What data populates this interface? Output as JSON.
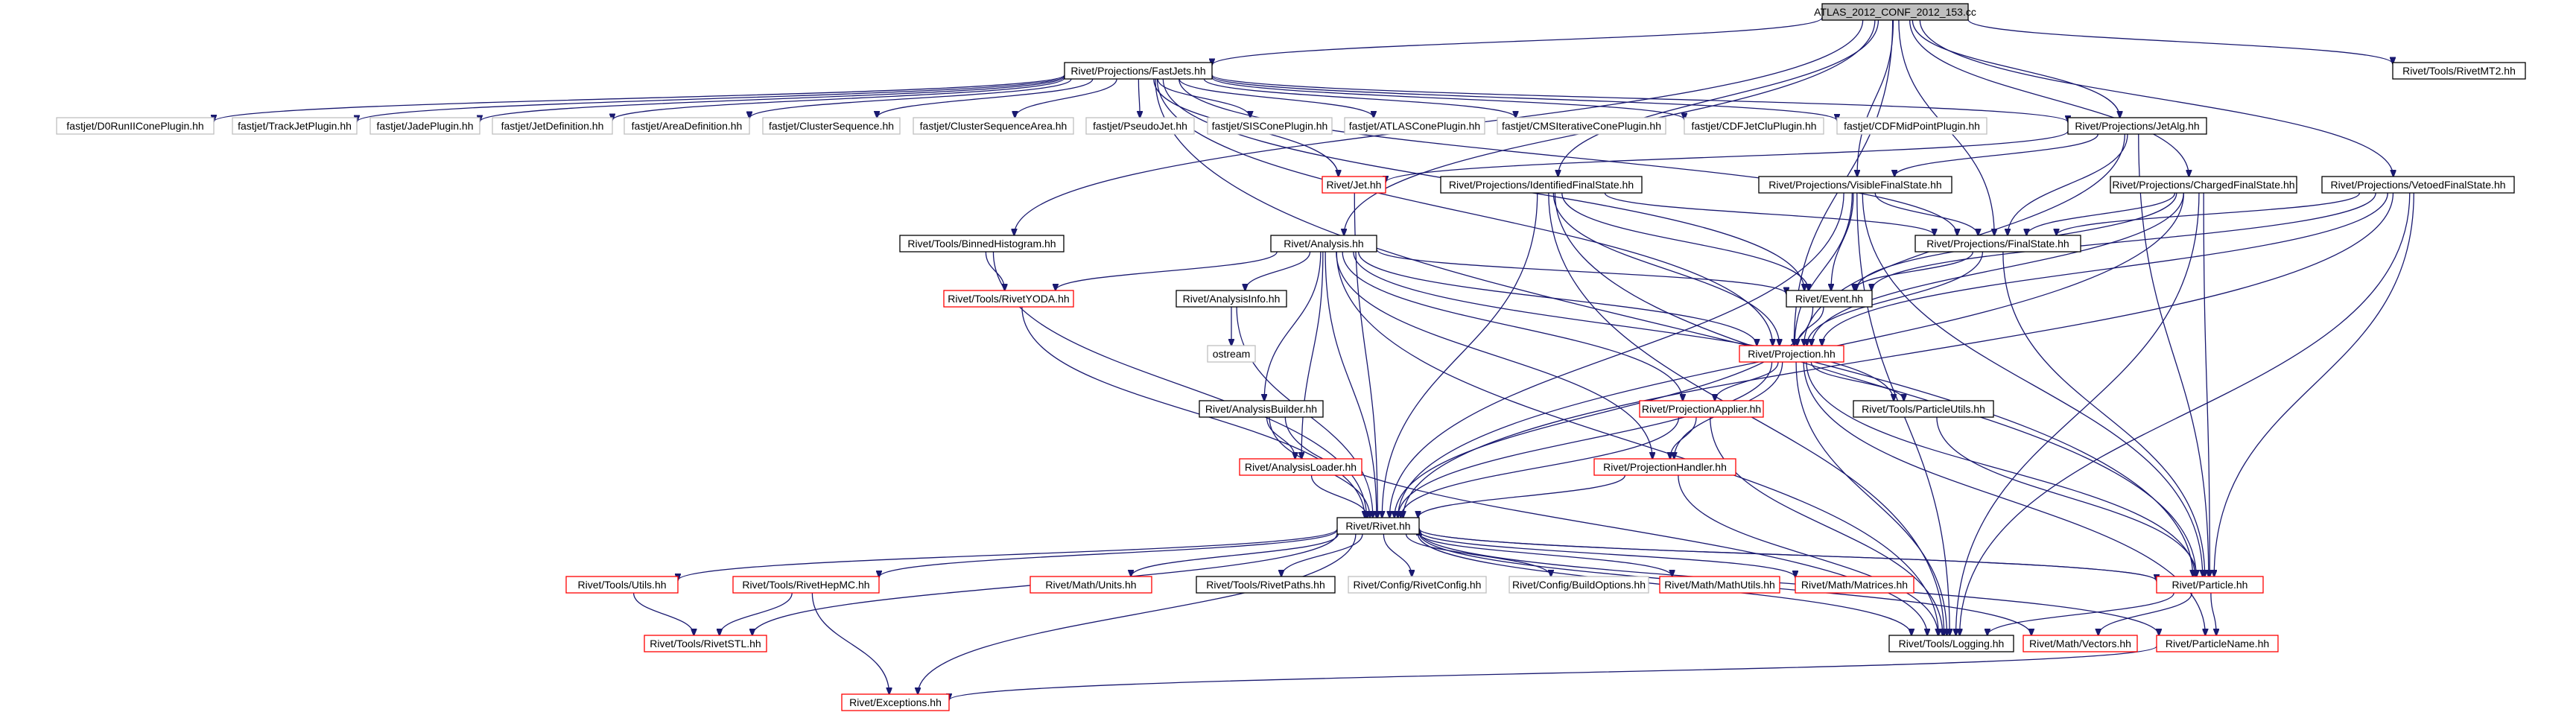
{
  "nodes": [
    {
      "id": "root",
      "label": "ATLAS_2012_CONF_2012_153.cc",
      "style": "root"
    },
    {
      "id": "fastjets",
      "label": "Rivet/Projections/FastJets.hh",
      "style": "black"
    },
    {
      "id": "rivetmt2",
      "label": "Rivet/Tools/RivetMT2.hh",
      "style": "black"
    },
    {
      "id": "d0run",
      "label": "fastjet/D0RunIIConePlugin.hh",
      "style": "gray"
    },
    {
      "id": "trackjet",
      "label": "fastjet/TrackJetPlugin.hh",
      "style": "gray"
    },
    {
      "id": "jadeplugin",
      "label": "fastjet/JadePlugin.hh",
      "style": "gray"
    },
    {
      "id": "jetdef",
      "label": "fastjet/JetDefinition.hh",
      "style": "gray"
    },
    {
      "id": "areadef",
      "label": "fastjet/AreaDefinition.hh",
      "style": "gray"
    },
    {
      "id": "clusterseq",
      "label": "fastjet/ClusterSequence.hh",
      "style": "gray"
    },
    {
      "id": "clusterseqarea",
      "label": "fastjet/ClusterSequenceArea.hh",
      "style": "gray"
    },
    {
      "id": "pseudojet",
      "label": "fastjet/PseudoJet.hh",
      "style": "gray"
    },
    {
      "id": "siscone",
      "label": "fastjet/SISConePlugin.hh",
      "style": "gray"
    },
    {
      "id": "atlascone",
      "label": "fastjet/ATLASConePlugin.hh",
      "style": "gray"
    },
    {
      "id": "cmsiter",
      "label": "fastjet/CMSIterativeConePlugin.hh",
      "style": "gray"
    },
    {
      "id": "cdfjetclu",
      "label": "fastjet/CDFJetCluPlugin.hh",
      "style": "gray"
    },
    {
      "id": "cdfmidpoint",
      "label": "fastjet/CDFMidPointPlugin.hh",
      "style": "gray"
    },
    {
      "id": "jetalg",
      "label": "Rivet/Projections/JetAlg.hh",
      "style": "black"
    },
    {
      "id": "jet",
      "label": "Rivet/Jet.hh",
      "style": "red"
    },
    {
      "id": "idfs",
      "label": "Rivet/Projections/IdentifiedFinalState.hh",
      "style": "black"
    },
    {
      "id": "visfs",
      "label": "Rivet/Projections/VisibleFinalState.hh",
      "style": "black"
    },
    {
      "id": "chfs",
      "label": "Rivet/Projections/ChargedFinalState.hh",
      "style": "black"
    },
    {
      "id": "vetofs",
      "label": "Rivet/Projections/VetoedFinalState.hh",
      "style": "black"
    },
    {
      "id": "binnedhist",
      "label": "Rivet/Tools/BinnedHistogram.hh",
      "style": "black"
    },
    {
      "id": "analysis",
      "label": "Rivet/Analysis.hh",
      "style": "black"
    },
    {
      "id": "finalstate",
      "label": "Rivet/Projections/FinalState.hh",
      "style": "black"
    },
    {
      "id": "rivetyoda",
      "label": "Rivet/Tools/RivetYODA.hh",
      "style": "red"
    },
    {
      "id": "analysisinfo",
      "label": "Rivet/AnalysisInfo.hh",
      "style": "black"
    },
    {
      "id": "event",
      "label": "Rivet/Event.hh",
      "style": "black"
    },
    {
      "id": "ostream",
      "label": "ostream",
      "style": "gray"
    },
    {
      "id": "projection",
      "label": "Rivet/Projection.hh",
      "style": "red"
    },
    {
      "id": "analysisbuilder",
      "label": "Rivet/AnalysisBuilder.hh",
      "style": "black"
    },
    {
      "id": "projapplier",
      "label": "Rivet/ProjectionApplier.hh",
      "style": "red"
    },
    {
      "id": "particleutils",
      "label": "Rivet/Tools/ParticleUtils.hh",
      "style": "black"
    },
    {
      "id": "analysisloader",
      "label": "Rivet/AnalysisLoader.hh",
      "style": "red"
    },
    {
      "id": "projhandler",
      "label": "Rivet/ProjectionHandler.hh",
      "style": "red"
    },
    {
      "id": "rivet",
      "label": "Rivet/Rivet.hh",
      "style": "black"
    },
    {
      "id": "utils",
      "label": "Rivet/Tools/Utils.hh",
      "style": "red"
    },
    {
      "id": "rivethepmc",
      "label": "Rivet/Tools/RivetHepMC.hh",
      "style": "red"
    },
    {
      "id": "units",
      "label": "Rivet/Math/Units.hh",
      "style": "red"
    },
    {
      "id": "rivetpaths",
      "label": "Rivet/Tools/RivetPaths.hh",
      "style": "black"
    },
    {
      "id": "rivetconfig",
      "label": "Rivet/Config/RivetConfig.hh",
      "style": "gray"
    },
    {
      "id": "buildoptions",
      "label": "Rivet/Config/BuildOptions.hh",
      "style": "gray"
    },
    {
      "id": "mathutils",
      "label": "Rivet/Math/MathUtils.hh",
      "style": "red"
    },
    {
      "id": "matrices",
      "label": "Rivet/Math/Matrices.hh",
      "style": "red"
    },
    {
      "id": "particle",
      "label": "Rivet/Particle.hh",
      "style": "red"
    },
    {
      "id": "rivetstl",
      "label": "Rivet/Tools/RivetSTL.hh",
      "style": "red"
    },
    {
      "id": "logging",
      "label": "Rivet/Tools/Logging.hh",
      "style": "black"
    },
    {
      "id": "vectors",
      "label": "Rivet/Math/Vectors.hh",
      "style": "red"
    },
    {
      "id": "particlename",
      "label": "Rivet/ParticleName.hh",
      "style": "red"
    },
    {
      "id": "exceptions",
      "label": "Rivet/Exceptions.hh",
      "style": "red"
    }
  ],
  "edges": [
    [
      "root",
      "fastjets"
    ],
    [
      "root",
      "rivetmt2"
    ],
    [
      "root",
      "jetalg"
    ],
    [
      "root",
      "visfs"
    ],
    [
      "root",
      "chfs"
    ],
    [
      "root",
      "vetofs"
    ],
    [
      "root",
      "idfs"
    ],
    [
      "root",
      "binnedhist"
    ],
    [
      "root",
      "analysis"
    ],
    [
      "root",
      "finalstate"
    ],
    [
      "root",
      "projection"
    ],
    [
      "fastjets",
      "d0run"
    ],
    [
      "fastjets",
      "trackjet"
    ],
    [
      "fastjets",
      "jadeplugin"
    ],
    [
      "fastjets",
      "jetdef"
    ],
    [
      "fastjets",
      "areadef"
    ],
    [
      "fastjets",
      "clusterseq"
    ],
    [
      "fastjets",
      "clusterseqarea"
    ],
    [
      "fastjets",
      "pseudojet"
    ],
    [
      "fastjets",
      "siscone"
    ],
    [
      "fastjets",
      "atlascone"
    ],
    [
      "fastjets",
      "cmsiter"
    ],
    [
      "fastjets",
      "cdfjetclu"
    ],
    [
      "fastjets",
      "cdfmidpoint"
    ],
    [
      "fastjets",
      "jetalg"
    ],
    [
      "fastjets",
      "jet"
    ],
    [
      "fastjets",
      "finalstate"
    ],
    [
      "fastjets",
      "particle"
    ],
    [
      "fastjets",
      "event"
    ],
    [
      "fastjets",
      "projection"
    ],
    [
      "jetalg",
      "jet"
    ],
    [
      "jetalg",
      "visfs"
    ],
    [
      "jetalg",
      "finalstate"
    ],
    [
      "jetalg",
      "particle"
    ],
    [
      "jetalg",
      "projection"
    ],
    [
      "jet",
      "rivet"
    ],
    [
      "idfs",
      "finalstate"
    ],
    [
      "idfs",
      "rivet"
    ],
    [
      "idfs",
      "event"
    ],
    [
      "idfs",
      "projection"
    ],
    [
      "idfs",
      "particle"
    ],
    [
      "idfs",
      "logging"
    ],
    [
      "visfs",
      "finalstate"
    ],
    [
      "visfs",
      "rivet"
    ],
    [
      "visfs",
      "event"
    ],
    [
      "visfs",
      "projection"
    ],
    [
      "visfs",
      "particle"
    ],
    [
      "visfs",
      "logging"
    ],
    [
      "chfs",
      "finalstate"
    ],
    [
      "chfs",
      "event"
    ],
    [
      "chfs",
      "projection"
    ],
    [
      "chfs",
      "rivet"
    ],
    [
      "chfs",
      "particle"
    ],
    [
      "chfs",
      "logging"
    ],
    [
      "vetofs",
      "finalstate"
    ],
    [
      "vetofs",
      "event"
    ],
    [
      "vetofs",
      "projection"
    ],
    [
      "vetofs",
      "rivet"
    ],
    [
      "vetofs",
      "particle"
    ],
    [
      "vetofs",
      "logging"
    ],
    [
      "binnedhist",
      "rivet"
    ],
    [
      "binnedhist",
      "rivetyoda"
    ],
    [
      "analysis",
      "rivetyoda"
    ],
    [
      "analysis",
      "analysisinfo"
    ],
    [
      "analysis",
      "event"
    ],
    [
      "analysis",
      "projection"
    ],
    [
      "analysis",
      "analysisbuilder"
    ],
    [
      "analysis",
      "projapplier"
    ],
    [
      "analysis",
      "analysisloader"
    ],
    [
      "analysis",
      "projhandler"
    ],
    [
      "analysis",
      "rivet"
    ],
    [
      "analysis",
      "logging"
    ],
    [
      "analysis",
      "particleutils"
    ],
    [
      "finalstate",
      "event"
    ],
    [
      "finalstate",
      "projection"
    ],
    [
      "finalstate",
      "particle"
    ],
    [
      "rivetyoda",
      "rivet"
    ],
    [
      "analysisinfo",
      "ostream"
    ],
    [
      "analysisinfo",
      "rivet"
    ],
    [
      "event",
      "projection"
    ],
    [
      "event",
      "rivet"
    ],
    [
      "projection",
      "projapplier"
    ],
    [
      "projection",
      "projhandler"
    ],
    [
      "projection",
      "particleutils"
    ],
    [
      "projection",
      "rivet"
    ],
    [
      "projection",
      "logging"
    ],
    [
      "projection",
      "particle"
    ],
    [
      "projection",
      "particlename"
    ],
    [
      "analysisbuilder",
      "analysisloader"
    ],
    [
      "analysisbuilder",
      "rivet"
    ],
    [
      "analysisbuilder",
      "logging"
    ],
    [
      "projapplier",
      "projhandler"
    ],
    [
      "projapplier",
      "rivet"
    ],
    [
      "projapplier",
      "logging"
    ],
    [
      "particleutils",
      "particle"
    ],
    [
      "analysisloader",
      "rivet"
    ],
    [
      "projhandler",
      "rivet"
    ],
    [
      "projhandler",
      "logging"
    ],
    [
      "rivet",
      "utils"
    ],
    [
      "rivet",
      "rivethepmc"
    ],
    [
      "rivet",
      "units"
    ],
    [
      "rivet",
      "rivetpaths"
    ],
    [
      "rivet",
      "rivetconfig"
    ],
    [
      "rivet",
      "buildoptions"
    ],
    [
      "rivet",
      "mathutils"
    ],
    [
      "rivet",
      "matrices"
    ],
    [
      "rivet",
      "particle"
    ],
    [
      "rivet",
      "rivetstl"
    ],
    [
      "rivet",
      "logging"
    ],
    [
      "rivet",
      "vectors"
    ],
    [
      "rivet",
      "particlename"
    ],
    [
      "rivet",
      "exceptions"
    ],
    [
      "utils",
      "rivetstl"
    ],
    [
      "rivethepmc",
      "rivetstl"
    ],
    [
      "rivethepmc",
      "exceptions"
    ],
    [
      "particle",
      "rivet"
    ],
    [
      "particle",
      "logging"
    ],
    [
      "particle",
      "vectors"
    ],
    [
      "particle",
      "particlename"
    ],
    [
      "particlename",
      "exceptions"
    ]
  ]
}
